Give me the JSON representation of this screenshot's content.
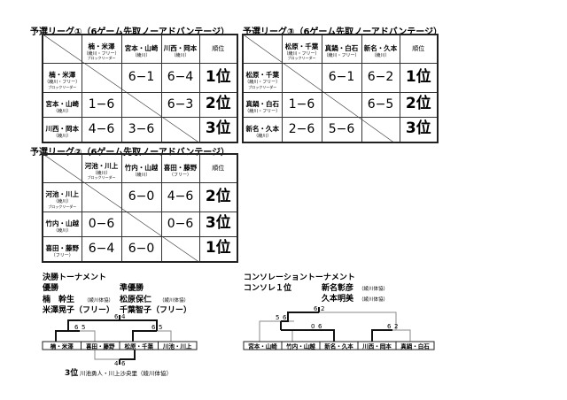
{
  "league1": {
    "title": "予選リーグ①（6ゲーム先取ノーアドバンテージ）",
    "rank_header": "順位",
    "teams": [
      {
        "name": "楠・米澤",
        "aff": "（綾川・フリー）",
        "note": "ブロックリーダー"
      },
      {
        "name": "宮本・山崎",
        "aff": "（綾川）",
        "note": ""
      },
      {
        "name": "川西・岡本",
        "aff": "（綾川）",
        "note": ""
      }
    ],
    "scores": [
      [
        "",
        "6−1",
        "6−4"
      ],
      [
        "1−6",
        "",
        "6−3"
      ],
      [
        "4−6",
        "3−6",
        ""
      ]
    ],
    "ranks": [
      "1位",
      "2位",
      "3位"
    ]
  },
  "league2": {
    "title": "予選リーグ②（6ゲーム先取ノーアドバンテージ）",
    "rank_header": "順位",
    "teams": [
      {
        "name": "河池・川上",
        "aff": "（綾川）",
        "note": "ブロックリーダー"
      },
      {
        "name": "竹内・山越",
        "aff": "（綾川）",
        "note": ""
      },
      {
        "name": "喜田・藤野",
        "aff": "（フリー）",
        "note": ""
      }
    ],
    "scores": [
      [
        "",
        "6−0",
        "4−6"
      ],
      [
        "0−6",
        "",
        "0−6"
      ],
      [
        "6−4",
        "6−0",
        ""
      ]
    ],
    "ranks": [
      "2位",
      "3位",
      "1位"
    ]
  },
  "league3": {
    "title": "予選リーグ③（6ゲーム先取ノーアドバンテージ）",
    "rank_header": "順位",
    "teams": [
      {
        "name": "松原・千葉",
        "aff": "（綾川・フリー）",
        "note": "ブロックリーダー"
      },
      {
        "name": "真鍋・白石",
        "aff": "（綾川・フリー）",
        "note": ""
      },
      {
        "name": "新名・久本",
        "aff": "（綾川）",
        "note": ""
      }
    ],
    "scores": [
      [
        "",
        "6−1",
        "6−2"
      ],
      [
        "1−6",
        "",
        "6−5"
      ],
      [
        "2−6",
        "5−6",
        ""
      ]
    ],
    "ranks": [
      "1位",
      "2位",
      "3位"
    ]
  },
  "final": {
    "title": "決勝トーナメント",
    "winner_label": "優勝",
    "runner_label": "準優勝",
    "winner1": "楠　幹生",
    "winner1_aff": "（綾川体協）",
    "winner2": "米澤晃子（フリー）",
    "runner1": "松原保仁",
    "runner1_aff": "（綾川体協）",
    "runner2": "千葉智子（フリー）",
    "teams": [
      "楠・米澤",
      "喜田・藤野",
      "松原・千葉",
      "川池・川上"
    ],
    "scores": {
      "final": [
        "6",
        "4"
      ],
      "semi1": [
        "6",
        "5"
      ],
      "semi2": [
        "6",
        "5"
      ],
      "third": [
        "4",
        "6"
      ]
    },
    "third_label": "3位",
    "third_text": "川池勇人・川上沙央里（綾川体協）"
  },
  "consolation": {
    "title": "コンソレーショントーナメント",
    "winner_label": "コンソレ１位",
    "winner1": "新名彰彦",
    "winner1_aff": "（綾川体協）",
    "winner2": "久本明美",
    "winner2_aff": "（綾川体協）",
    "teams": [
      "宮本・山崎",
      "竹内・山越",
      "新名・久本",
      "川西・岡本",
      "真鍋・白石"
    ],
    "scores": {
      "final": [
        "6",
        "2"
      ],
      "r2": [
        "5",
        "6"
      ],
      "r1a": [
        "0",
        "6"
      ],
      "r1b": [
        "6",
        "2"
      ]
    }
  }
}
